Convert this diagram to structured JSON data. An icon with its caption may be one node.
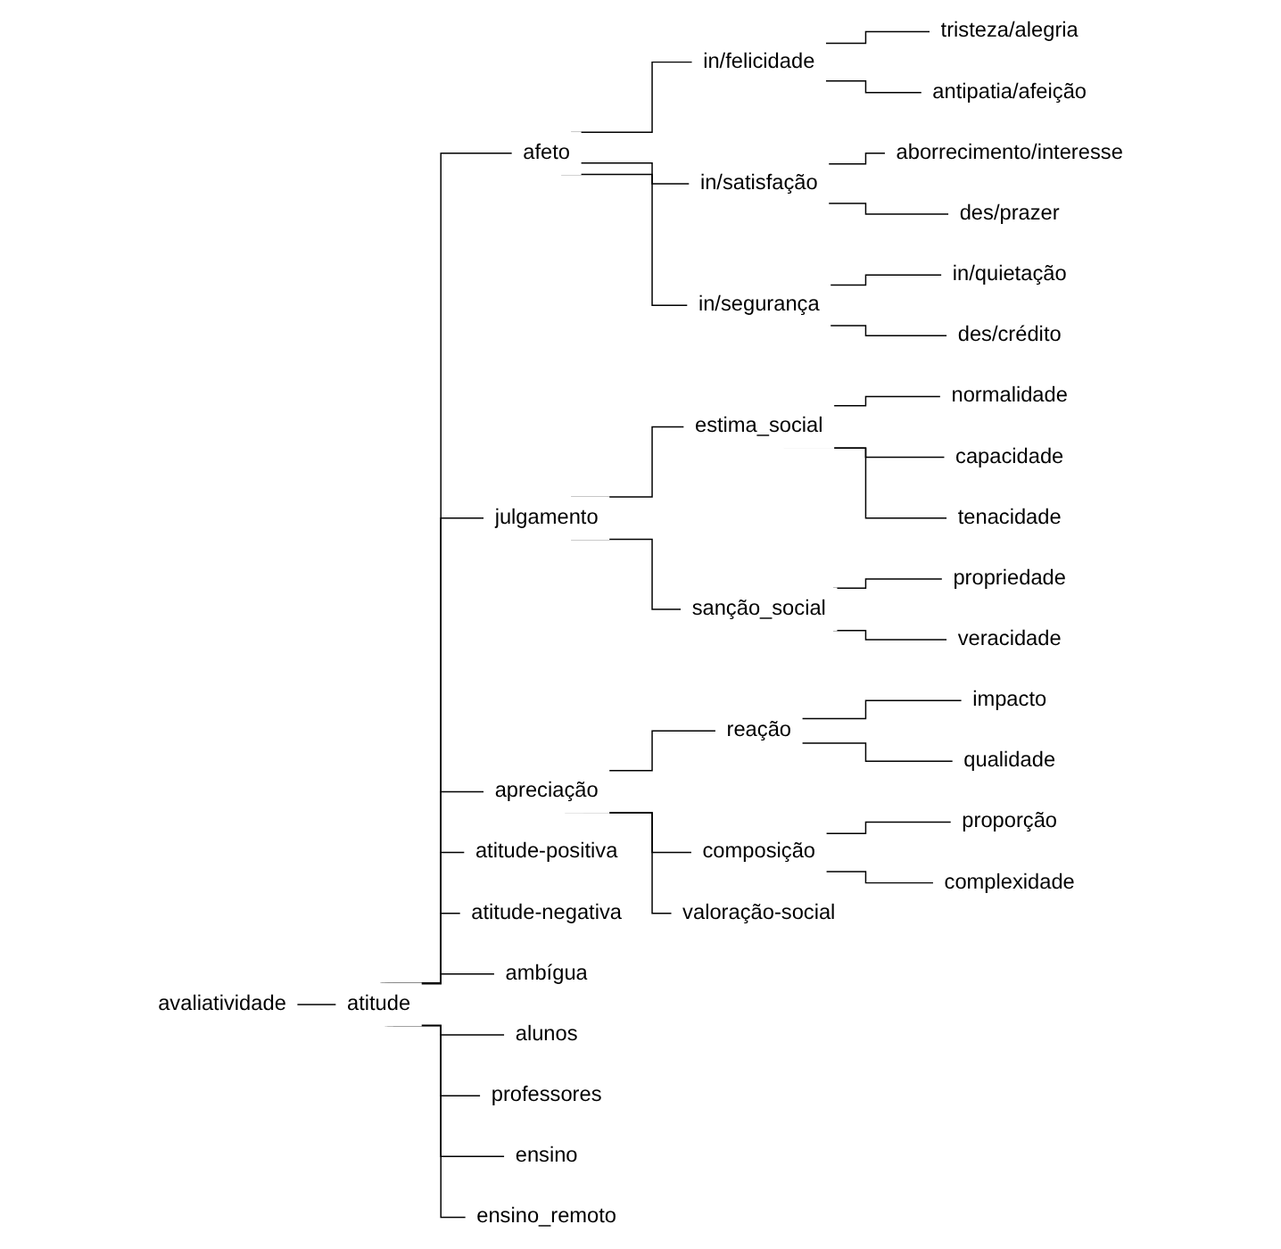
{
  "diagram": {
    "nodes": [
      {
        "text": [
          "avaliatividade"
        ]
      },
      {
        "text": [
          "atitude"
        ]
      },
      {
        "text": [
          "afeto"
        ]
      },
      {
        "text": [
          "in/felicidade"
        ]
      },
      {
        "text": [
          "tristeza/alegria"
        ]
      },
      {
        "text": [
          "antipatia/afeição"
        ]
      },
      {
        "text": [
          "in/satisfação"
        ]
      },
      {
        "text": [
          "aborrecimento/interesse"
        ]
      },
      {
        "text": [
          "des/prazer"
        ]
      },
      {
        "text": [
          "in/segurança"
        ]
      },
      {
        "text": [
          "in/quietação"
        ]
      },
      {
        "text": [
          "des/crédito"
        ]
      },
      {
        "text": [
          "julgamento"
        ]
      },
      {
        "text": [
          "estima_social"
        ]
      },
      {
        "text": [
          "normalidade"
        ]
      },
      {
        "text": [
          "capacidade"
        ]
      },
      {
        "text": [
          "tenacidade"
        ]
      },
      {
        "text": [
          "sanção_social"
        ]
      },
      {
        "text": [
          "propriedade"
        ]
      },
      {
        "text": [
          "veracidade"
        ]
      },
      {
        "text": [
          "apreciação"
        ]
      },
      {
        "text": [
          "reação"
        ]
      },
      {
        "text": [
          "impacto"
        ]
      },
      {
        "text": [
          "qualidade"
        ]
      },
      {
        "text": [
          "composição"
        ]
      },
      {
        "text": [
          "proporção"
        ]
      },
      {
        "text": [
          "complexidade"
        ]
      },
      {
        "text": [
          "valoração-social"
        ]
      },
      {
        "text": [
          "atitude-positiva"
        ]
      },
      {
        "text": [
          "atitude-negativa"
        ]
      },
      {
        "text": [
          "ambígua"
        ]
      },
      {
        "text": [
          "alunos"
        ]
      },
      {
        "text": [
          "professores"
        ]
      },
      {
        "text": [
          "ensino"
        ]
      },
      {
        "text": [
          "ensino_remoto"
        ]
      }
    ],
    "edges": [
      {
        "from": 0,
        "to": 1,
        "arrow": "none"
      },
      {
        "from": 1,
        "to": 2,
        "arrow": "none"
      },
      {
        "from": 1,
        "to": 12,
        "arrow": "none"
      },
      {
        "from": 1,
        "to": 20,
        "arrow": "none"
      },
      {
        "from": 1,
        "to": 28,
        "arrow": "none"
      },
      {
        "from": 1,
        "to": 29,
        "arrow": "none"
      },
      {
        "from": 1,
        "to": 30,
        "arrow": "none"
      },
      {
        "from": 1,
        "to": 31,
        "arrow": "none"
      },
      {
        "from": 1,
        "to": 32,
        "arrow": "none"
      },
      {
        "from": 1,
        "to": 33,
        "arrow": "none"
      },
      {
        "from": 1,
        "to": 34,
        "arrow": "none"
      },
      {
        "from": 2,
        "to": 3,
        "arrow": "none"
      },
      {
        "from": 2,
        "to": 6,
        "arrow": "none"
      },
      {
        "from": 2,
        "to": 9,
        "arrow": "none"
      },
      {
        "from": 3,
        "to": 4,
        "arrow": "none"
      },
      {
        "from": 3,
        "to": 5,
        "arrow": "none"
      },
      {
        "from": 6,
        "to": 7,
        "arrow": "none"
      },
      {
        "from": 6,
        "to": 8,
        "arrow": "none"
      },
      {
        "from": 9,
        "to": 10,
        "arrow": "none"
      },
      {
        "from": 9,
        "to": 11,
        "arrow": "none"
      },
      {
        "from": 12,
        "to": 13,
        "arrow": "none"
      },
      {
        "from": 12,
        "to": 17,
        "arrow": "none"
      },
      {
        "from": 13,
        "to": 14,
        "arrow": "none"
      },
      {
        "from": 13,
        "to": 15,
        "arrow": "none"
      },
      {
        "from": 13,
        "to": 16,
        "arrow": "none"
      },
      {
        "from": 17,
        "to": 18,
        "arrow": "none"
      },
      {
        "from": 17,
        "to": 19,
        "arrow": "none"
      },
      {
        "from": 20,
        "to": 21,
        "arrow": "none"
      },
      {
        "from": 20,
        "to": 24,
        "arrow": "none"
      },
      {
        "from": 20,
        "to": 27,
        "arrow": "none"
      },
      {
        "from": 21,
        "to": 22,
        "arrow": "none"
      },
      {
        "from": 21,
        "to": 23,
        "arrow": "none"
      },
      {
        "from": 24,
        "to": 25,
        "arrow": "none"
      },
      {
        "from": 24,
        "to": 26,
        "arrow": "none"
      }
    ]
  }
}
